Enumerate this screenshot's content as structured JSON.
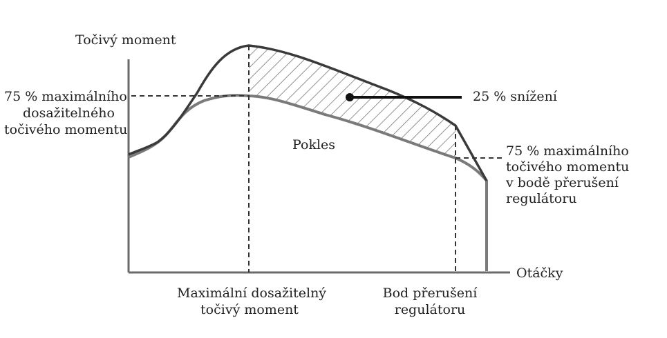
{
  "labels": {
    "y_axis": "Točivý moment",
    "x_axis": "Otáčky",
    "left_note": [
      "75 % maximálního",
      "dosažitelného",
      "točivého momentu"
    ],
    "reduction": "25 % snížení",
    "drop": "Pokles",
    "right_note": [
      "75 % maximálního",
      "točivého momentu",
      "v bodě přerušení",
      "regulátoru"
    ],
    "max_torque": [
      "Maximální dosažitelný",
      "točivý moment"
    ],
    "governor_break": [
      "Bod přerušení",
      "regulátoru"
    ]
  },
  "colors": {
    "upper_curve": "#3a3a3a",
    "lower_curve": "#7a7a7a",
    "axes": "#6a6a6a",
    "hatch": "#777777",
    "dashes": "#333333"
  }
}
